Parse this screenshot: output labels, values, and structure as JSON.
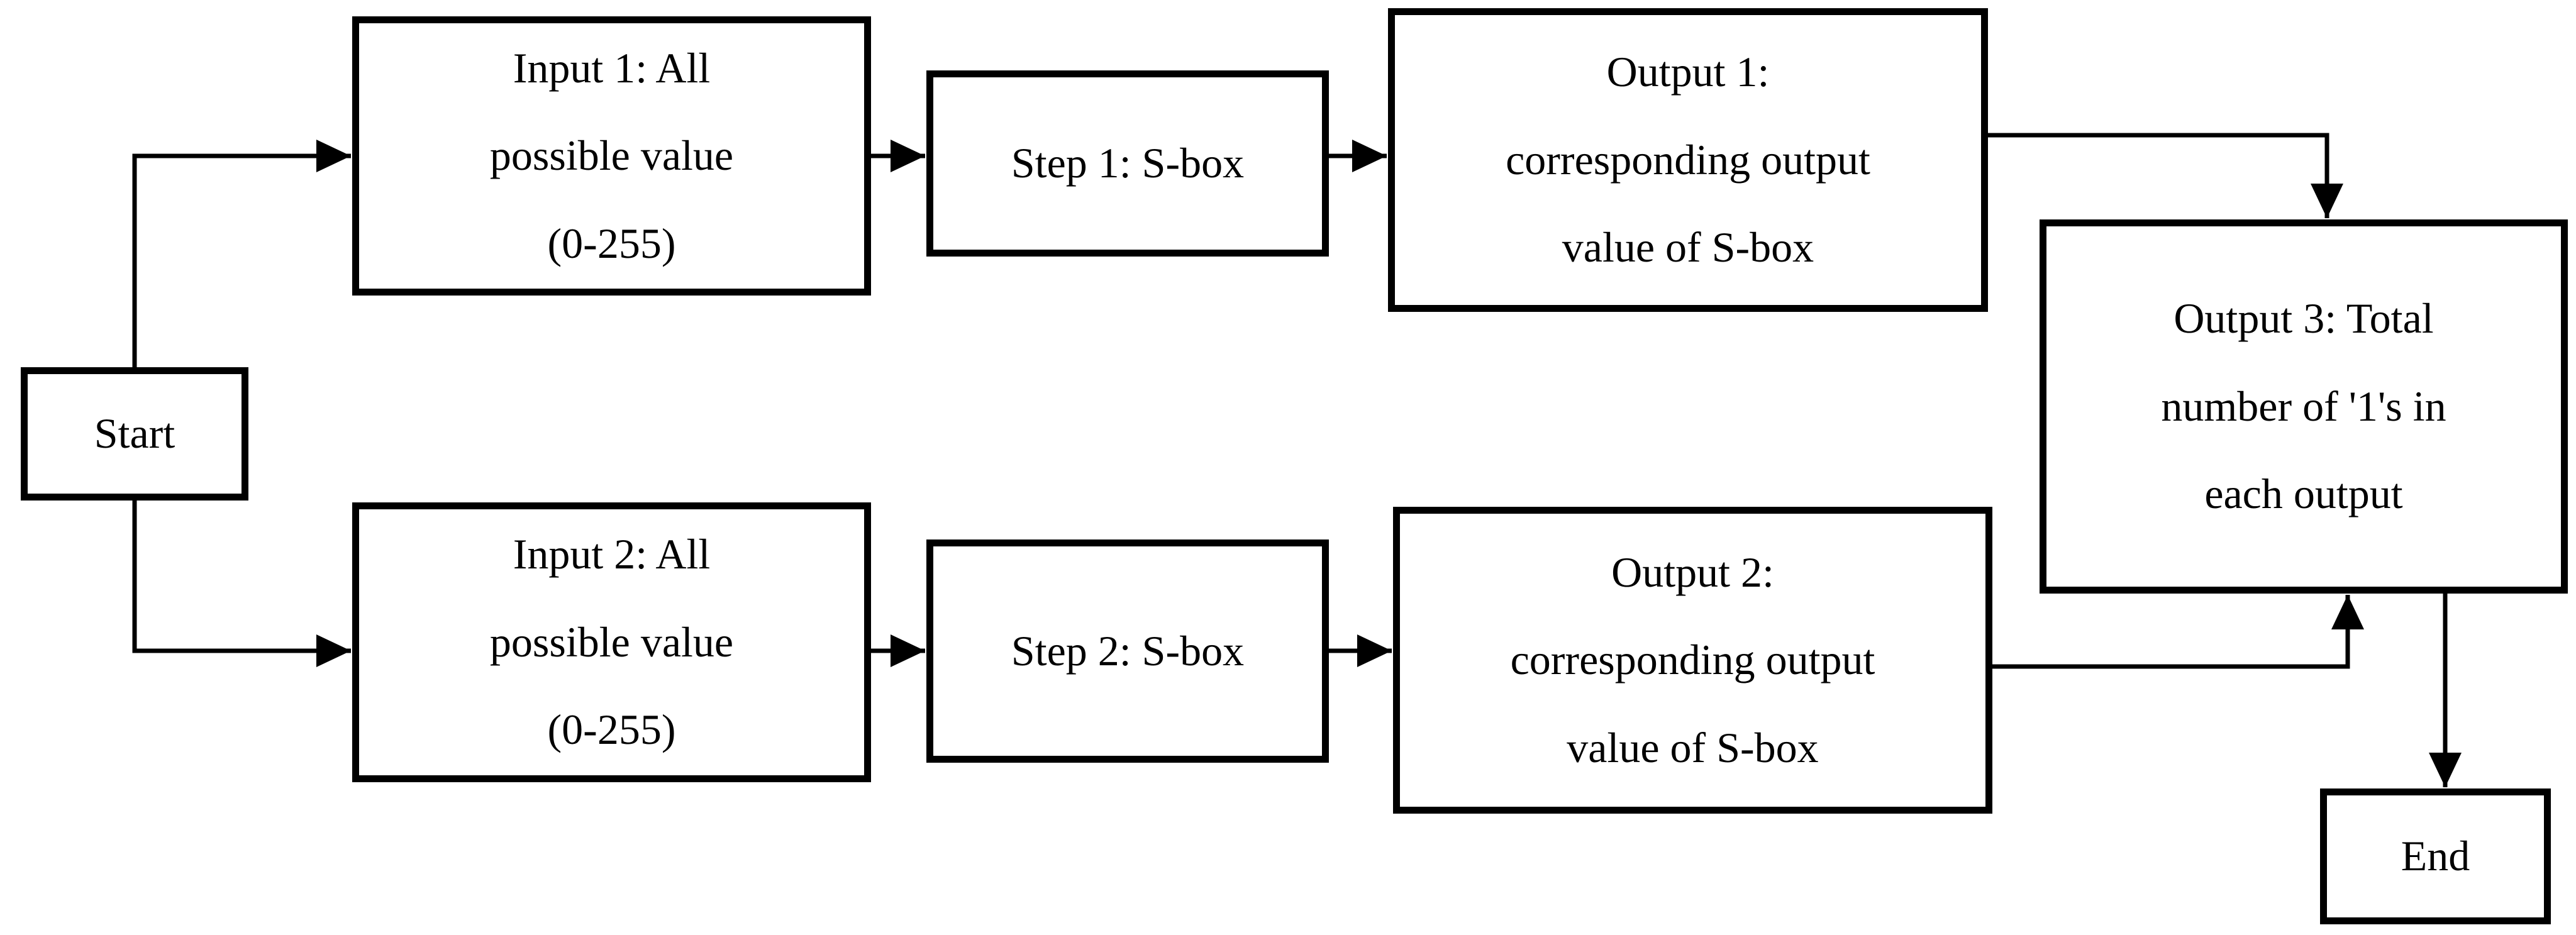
{
  "diagram": {
    "type": "flowchart",
    "background": "#ffffff"
  },
  "colors": {
    "stroke": "#000000",
    "node_fill": "#ffffff",
    "text": "#000000"
  },
  "nodes": [
    {
      "id": "start",
      "label": "Start"
    },
    {
      "id": "input1",
      "label": "Input 1: All\npossible value\n(0-255)"
    },
    {
      "id": "step1",
      "label": "Step 1: S-box"
    },
    {
      "id": "output1",
      "label": "Output 1:\ncorresponding output\nvalue of S-box"
    },
    {
      "id": "output3",
      "label": "Output 3: Total\nnumber of '1's in\neach output"
    },
    {
      "id": "input2",
      "label": "Input 2: All\npossible value\n(0-255)"
    },
    {
      "id": "step2",
      "label": "Step 2: S-box"
    },
    {
      "id": "output2",
      "label": "Output 2:\ncorresponding output\nvalue of S-box"
    },
    {
      "id": "end",
      "label": "End"
    }
  ],
  "edges": [
    {
      "from": "start",
      "to": "input1"
    },
    {
      "from": "start",
      "to": "input2"
    },
    {
      "from": "input1",
      "to": "step1"
    },
    {
      "from": "step1",
      "to": "output1"
    },
    {
      "from": "input2",
      "to": "step2"
    },
    {
      "from": "step2",
      "to": "output2"
    },
    {
      "from": "output1",
      "to": "output3"
    },
    {
      "from": "output2",
      "to": "output3"
    },
    {
      "from": "output3",
      "to": "end"
    }
  ]
}
